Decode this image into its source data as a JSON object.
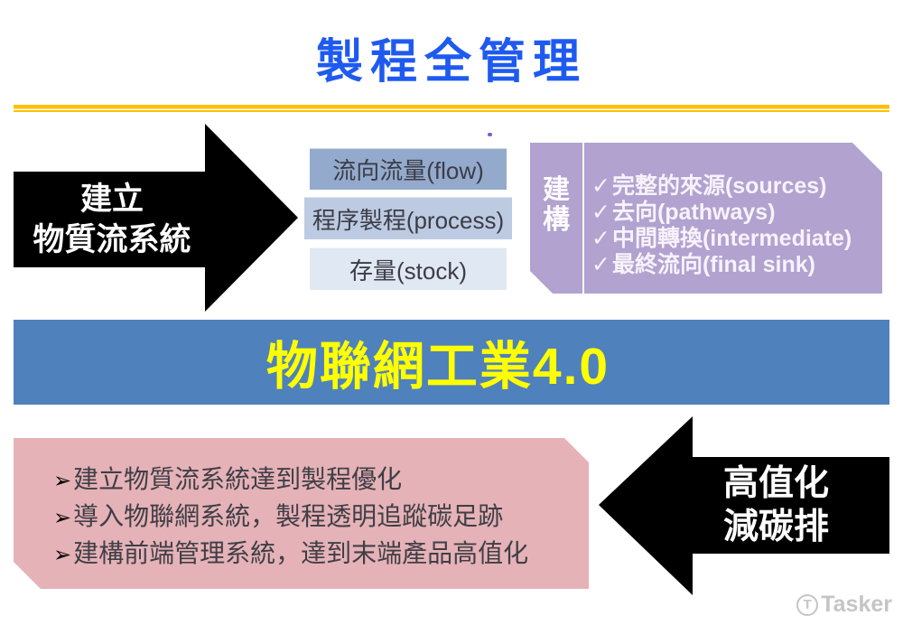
{
  "title": "製程全管理",
  "colors": {
    "title_blue": "#1f5af0",
    "rule_gold": "#ffc000",
    "arrow_black": "#000000",
    "arrow_text_white": "#ffffff",
    "flow_box_1": "#93aacd",
    "flow_box_2": "#bccbe2",
    "flow_box_3": "#e0e8f3",
    "build_panel_purple": "#b1a2cf",
    "banner_blue": "#4f81bd",
    "banner_text_yellow": "#ffff00",
    "result_panel_pink": "#e5b2b7",
    "watermark_gray": "#c5c5c5"
  },
  "flow_arrow": {
    "line1": "建立",
    "line2": "物質流系統"
  },
  "flow_boxes": [
    {
      "label": "流向流量(flow)"
    },
    {
      "label": "程序製程(process)"
    },
    {
      "label": "存量(stock)"
    }
  ],
  "build_panel": {
    "label_char1": "建",
    "label_char2": "構",
    "items": [
      {
        "check": "✓",
        "text": "完整的來源(sources)"
      },
      {
        "check": "✓",
        "text": "去向(pathways)"
      },
      {
        "check": "✓",
        "text": "中間轉換(intermediate)"
      },
      {
        "check": "✓",
        "text": "最終流向(final sink)"
      }
    ]
  },
  "banner": {
    "text": "物聯網工業4.0"
  },
  "result_panel": {
    "bullets": [
      {
        "marker": "➢",
        "text": "建立物質流系統達到製程優化"
      },
      {
        "marker": "➢",
        "text": "導入物聯網系統，製程透明追蹤碳足跡"
      },
      {
        "marker": "➢",
        "text": "建構前端管理系統，達到末端產品高值化"
      }
    ]
  },
  "value_arrow": {
    "line1": "高值化",
    "line2": "減碳排"
  },
  "watermark": {
    "icon_letter": "T",
    "text": "Tasker"
  }
}
